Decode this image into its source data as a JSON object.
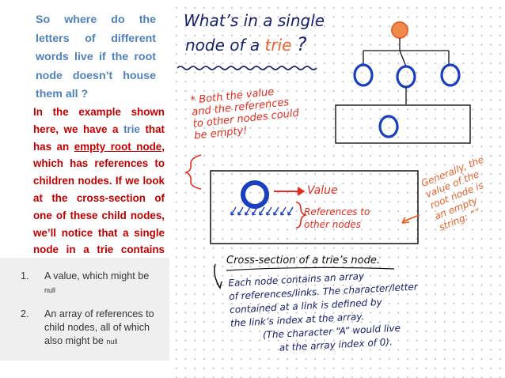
{
  "left": {
    "question": "So where do the letters of different words live if the root node doesn’t house them all ?",
    "example": {
      "part1": "In the example shown here, we have a ",
      "trie": "trie",
      "part2": " that has an ",
      "empty_root": "empty root node",
      "part3": ", which has references to children nodes. If we look at the cross-section of one of these child nodes, we’ll notice that a single node in a trie contains just two things:"
    },
    "list": [
      {
        "num": "1.",
        "text": "A value, which might be ",
        "small": "null"
      },
      {
        "num": "2.",
        "text": "An array of references to child nodes, all of which also might be ",
        "small": "null"
      }
    ]
  },
  "sketch": {
    "title_line1": "What’s in a single",
    "title_line2a": "node of a",
    "title_trie": "trie",
    "title_q": "?",
    "note_empty": [
      "* Both the value",
      "and the references",
      "to other nodes could",
      "be empty!"
    ],
    "value_label": "Value",
    "refs_label": [
      "References to",
      "other nodes"
    ],
    "root_note": [
      "Generally, the",
      "value of the",
      "root node is",
      "an empty",
      "string: “”"
    ],
    "cross_section": "Cross-section of a trie’s node.",
    "array_note": [
      "Each node contains an array",
      "of references/links. The character/letter",
      "contained at a link is defined by",
      "the link’s index at the array.",
      "(The character “A” would live",
      "at the array index of 0)."
    ]
  },
  "colors": {
    "blue_heading": "#4f81bd",
    "red_text": "#c00000",
    "ink_navy": "#17206b",
    "ink_red": "#e62b1e",
    "ink_orange": "#e8622c",
    "ink_blue": "#1a3fbf",
    "gray_box": "#efefef"
  }
}
